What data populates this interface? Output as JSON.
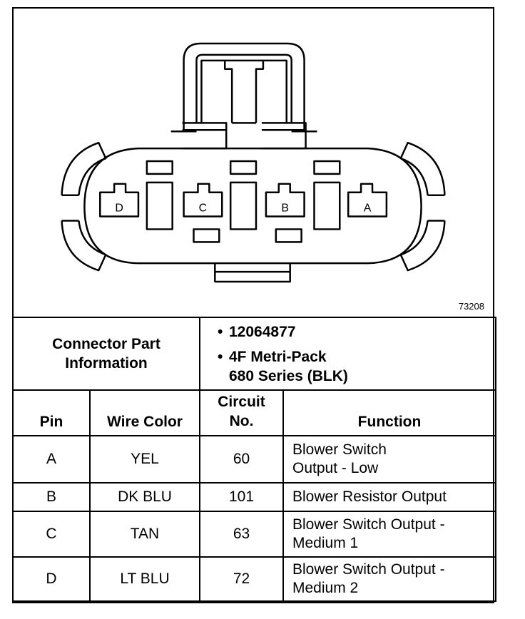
{
  "diagram": {
    "figure_id": "73208",
    "pin_labels": [
      "D",
      "C",
      "B",
      "A"
    ]
  },
  "connector_info": {
    "label_line1": "Connector Part",
    "label_line2": "Information",
    "items": [
      {
        "bullet": "•",
        "text": "12064877"
      },
      {
        "bullet": "•",
        "text": "4F Metri-Pack"
      }
    ],
    "item2_line2": "680 Series (BLK)"
  },
  "table": {
    "headers": {
      "pin": "Pin",
      "wire_color": "Wire Color",
      "circuit_line1": "Circuit",
      "circuit_line2": "No.",
      "function": "Function"
    },
    "rows": [
      {
        "pin": "A",
        "wire_color": "YEL",
        "circuit": "60",
        "function_line1": "Blower Switch",
        "function_line2": "Output - Low"
      },
      {
        "pin": "B",
        "wire_color": "DK BLU",
        "circuit": "101",
        "function_line1": "Blower Resistor Output",
        "function_line2": ""
      },
      {
        "pin": "C",
        "wire_color": "TAN",
        "circuit": "63",
        "function_line1": "Blower Switch Output -",
        "function_line2": "Medium 1"
      },
      {
        "pin": "D",
        "wire_color": "LT BLU",
        "circuit": "72",
        "function_line1": "Blower Switch Output -",
        "function_line2": "Medium 2"
      }
    ]
  }
}
